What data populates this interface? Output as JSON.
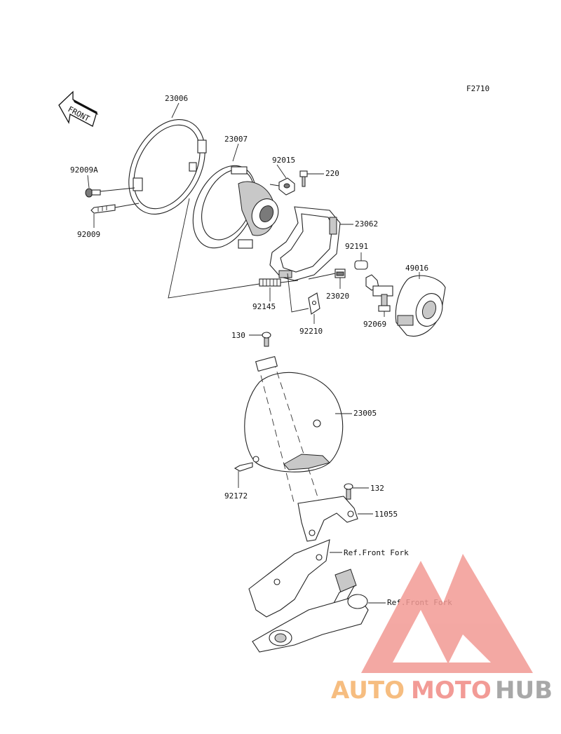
{
  "figure_code": "F2710",
  "front_marker": "FRONT",
  "parts": {
    "p23006": "23006",
    "p23007": "23007",
    "p92015": "92015",
    "p220": "220",
    "p92009A": "92009A",
    "p92009": "92009",
    "p23062": "23062",
    "p92191": "92191",
    "p49016": "49016",
    "p92145": "92145",
    "p23020": "23020",
    "p92210": "92210",
    "p92069": "92069",
    "p130": "130",
    "p23005": "23005",
    "p92172": "92172",
    "p132": "132",
    "p11055": "11055"
  },
  "refs": {
    "front_fork_1": "Ref.Front Fork",
    "front_fork_2": "Ref.Front Fork"
  },
  "watermark": {
    "part_auto": "AUTO",
    "part_moto": "MOTO",
    "part_hub": "HUB",
    "colors": {
      "auto": "#f5b26a",
      "moto": "#f08a84",
      "hub": "#9a9a9a",
      "triangle": "#f29a94"
    }
  }
}
